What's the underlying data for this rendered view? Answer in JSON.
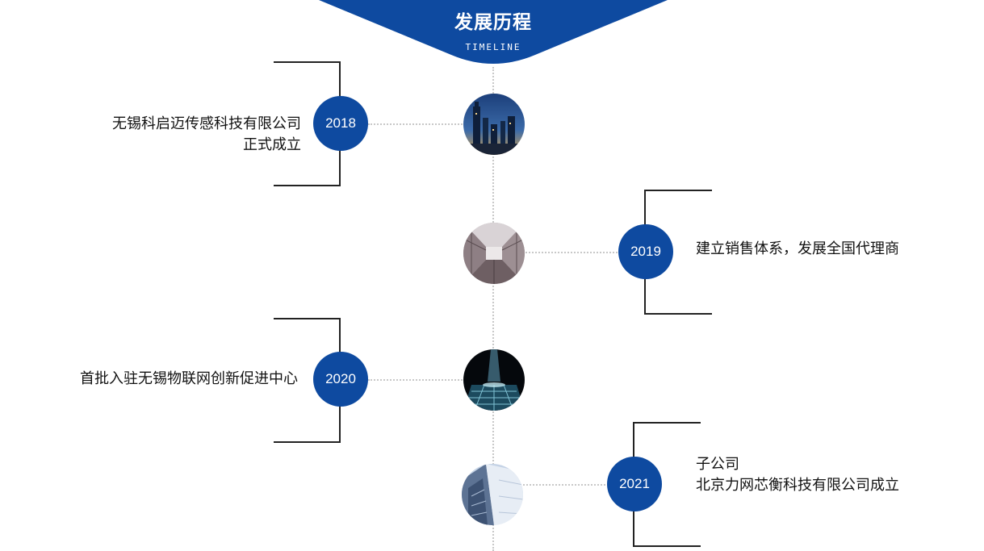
{
  "header": {
    "title": "发展历程",
    "subtitle": "TIMELINE"
  },
  "colors": {
    "brand_blue": "#0e4aa0",
    "axis_gray": "#c8c8c8",
    "bracket": "#222222"
  },
  "milestones": [
    {
      "year": "2018",
      "side": "left",
      "lines": [
        "无锡科启迈传感科技有限公司",
        "正式成立"
      ],
      "photo_icon": "city-skyline-icon"
    },
    {
      "year": "2019",
      "side": "right",
      "lines": [
        "建立销售体系，发展全国代理商"
      ],
      "photo_icon": "glass-corridor-icon"
    },
    {
      "year": "2020",
      "side": "left",
      "lines": [
        "首批入驻无锡物联网创新促进中心"
      ],
      "photo_icon": "light-grid-icon"
    },
    {
      "year": "2021",
      "side": "right",
      "lines": [
        "子公司",
        "北京力网芯衡科技有限公司成立"
      ],
      "photo_icon": "skyscraper-icon"
    }
  ]
}
